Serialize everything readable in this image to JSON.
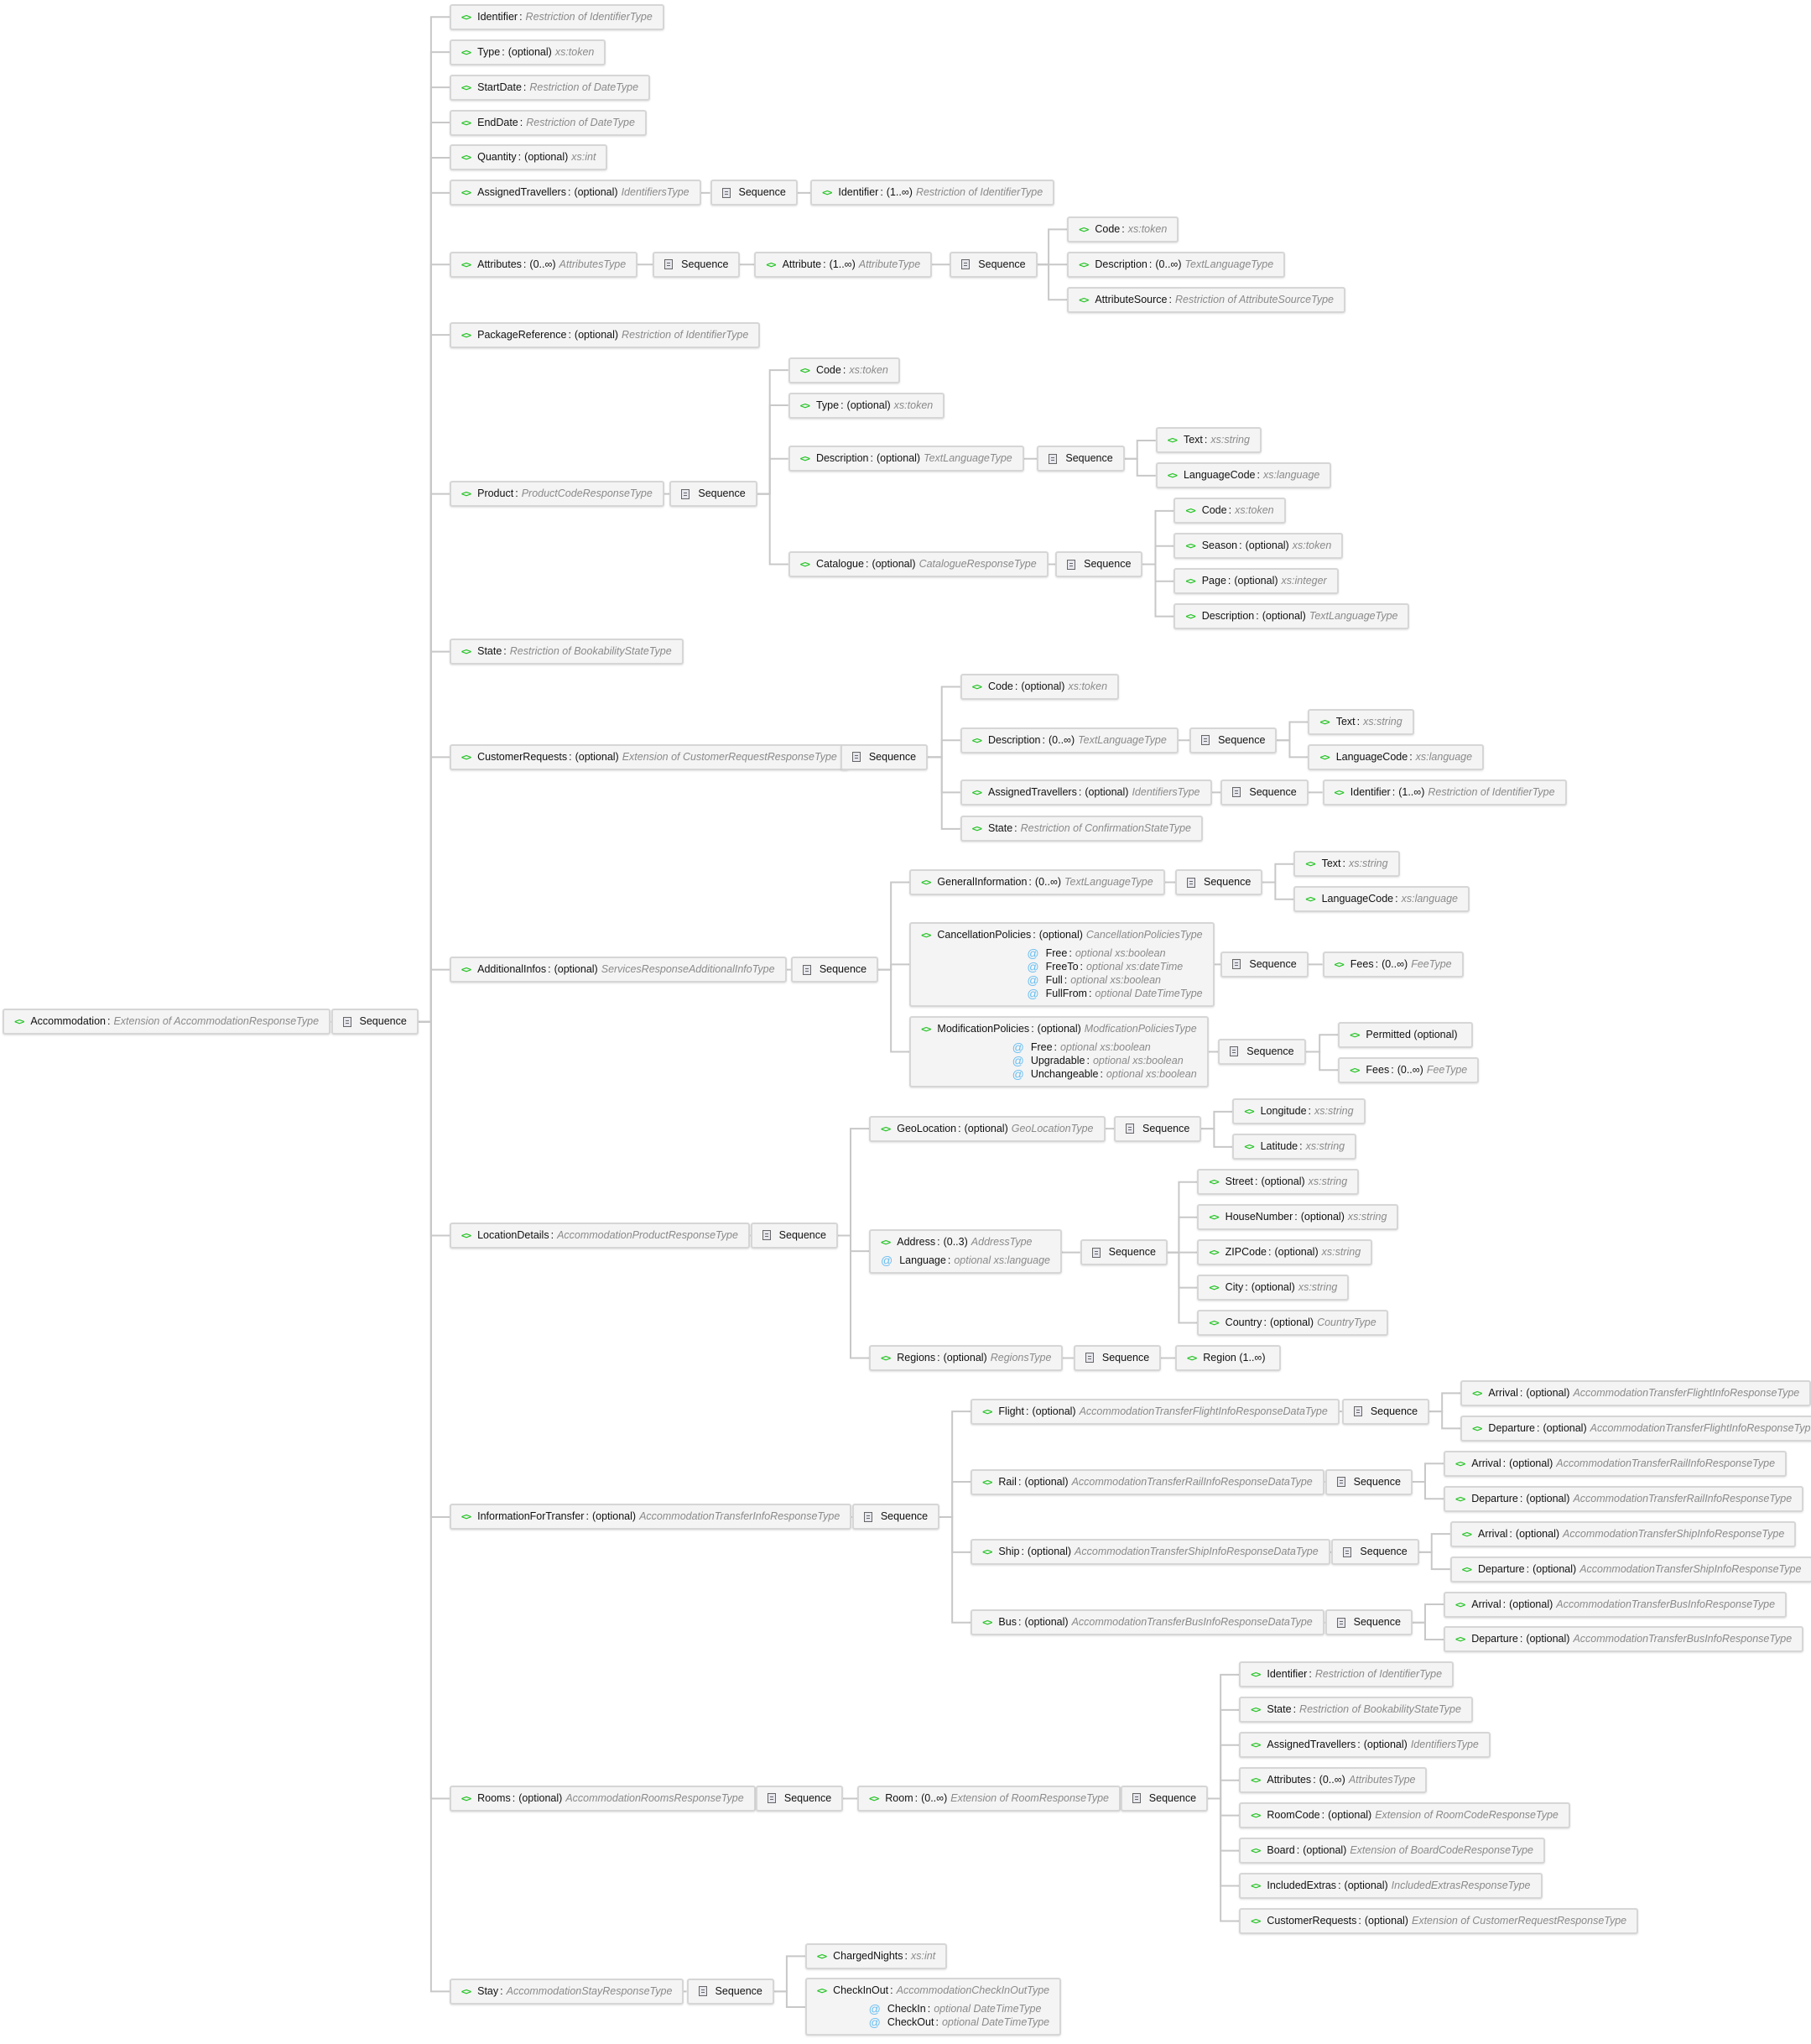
{
  "diagram": {
    "colors": {
      "element_icon": "#22c322",
      "attribute_icon": "#66bdf2",
      "type_text": "#8a8a8a",
      "connector": "#c8c8c8"
    },
    "icons": {
      "element": "element-icon",
      "sequence": "sequence-icon",
      "attribute": "attribute-icon"
    },
    "nodes": [
      {
        "id": "root",
        "name": "Accommodation",
        "type": "Extension of AccommodationResponseType"
      },
      {
        "id": "s0",
        "parent": "root",
        "kind": "seq",
        "label": "Sequence"
      },
      {
        "id": "c1",
        "parent": "s0",
        "name": "Identifier",
        "type": "Restriction of IdentifierType"
      },
      {
        "id": "c2",
        "parent": "s0",
        "name": "Type",
        "occ": "(optional)",
        "type": "xs:token"
      },
      {
        "id": "c3",
        "parent": "s0",
        "name": "StartDate",
        "type": "Restriction of DateType"
      },
      {
        "id": "c4",
        "parent": "s0",
        "name": "EndDate",
        "type": "Restriction of DateType"
      },
      {
        "id": "c5",
        "parent": "s0",
        "name": "Quantity",
        "occ": "(optional)",
        "type": "xs:int"
      },
      {
        "id": "c6",
        "parent": "s0",
        "name": "AssignedTravellers",
        "occ": "(optional)",
        "type": "IdentifiersType"
      },
      {
        "id": "c6s",
        "parent": "c6",
        "kind": "seq",
        "label": "Sequence"
      },
      {
        "id": "c6a",
        "parent": "c6s",
        "name": "Identifier",
        "occ": "(1..∞)",
        "type": "Restriction of IdentifierType"
      },
      {
        "id": "c7",
        "parent": "s0",
        "name": "Attributes",
        "occ": "(0..∞)",
        "type": "AttributesType"
      },
      {
        "id": "c7s",
        "parent": "c7",
        "kind": "seq",
        "label": "Sequence"
      },
      {
        "id": "c7a",
        "parent": "c7s",
        "name": "Attribute",
        "occ": "(1..∞)",
        "type": "AttributeType"
      },
      {
        "id": "c7as",
        "parent": "c7a",
        "kind": "seq",
        "label": "Sequence"
      },
      {
        "id": "c7a1",
        "parent": "c7as",
        "name": "Code",
        "type": "xs:token"
      },
      {
        "id": "c7a2",
        "parent": "c7as",
        "name": "Description",
        "occ": "(0..∞)",
        "type": "TextLanguageType"
      },
      {
        "id": "c7a3",
        "parent": "c7as",
        "name": "AttributeSource",
        "type": "Restriction of AttributeSourceType"
      },
      {
        "id": "c8",
        "parent": "s0",
        "name": "PackageReference",
        "occ": "(optional)",
        "type": "Restriction of IdentifierType"
      },
      {
        "id": "c9",
        "parent": "s0",
        "name": "Product",
        "type": "ProductCodeResponseType"
      },
      {
        "id": "c9s",
        "parent": "c9",
        "kind": "seq",
        "label": "Sequence"
      },
      {
        "id": "c91",
        "parent": "c9s",
        "name": "Code",
        "type": "xs:token"
      },
      {
        "id": "c92",
        "parent": "c9s",
        "name": "Type",
        "occ": "(optional)",
        "type": "xs:token"
      },
      {
        "id": "c93",
        "parent": "c9s",
        "name": "Description",
        "occ": "(optional)",
        "type": "TextLanguageType"
      },
      {
        "id": "c93s",
        "parent": "c93",
        "kind": "seq",
        "label": "Sequence"
      },
      {
        "id": "c931",
        "parent": "c93s",
        "name": "Text",
        "type": "xs:string"
      },
      {
        "id": "c932",
        "parent": "c93s",
        "name": "LanguageCode",
        "type": "xs:language"
      },
      {
        "id": "c94",
        "parent": "c9s",
        "name": "Catalogue",
        "occ": "(optional)",
        "type": "CatalogueResponseType"
      },
      {
        "id": "c94s",
        "parent": "c94",
        "kind": "seq",
        "label": "Sequence"
      },
      {
        "id": "c941",
        "parent": "c94s",
        "name": "Code",
        "type": "xs:token"
      },
      {
        "id": "c942",
        "parent": "c94s",
        "name": "Season",
        "occ": "(optional)",
        "type": "xs:token"
      },
      {
        "id": "c943",
        "parent": "c94s",
        "name": "Page",
        "occ": "(optional)",
        "type": "xs:integer"
      },
      {
        "id": "c944",
        "parent": "c94s",
        "name": "Description",
        "occ": "(optional)",
        "type": "TextLanguageType"
      },
      {
        "id": "c10",
        "parent": "s0",
        "name": "State",
        "type": "Restriction of BookabilityStateType"
      },
      {
        "id": "c11",
        "parent": "s0",
        "name": "CustomerRequests",
        "occ": "(optional)",
        "type": "Extension of CustomerRequestResponseType"
      },
      {
        "id": "c11s",
        "parent": "c11",
        "kind": "seq",
        "label": "Sequence"
      },
      {
        "id": "c111",
        "parent": "c11s",
        "name": "Code",
        "occ": "(optional)",
        "type": "xs:token"
      },
      {
        "id": "c112",
        "parent": "c11s",
        "name": "Description",
        "occ": "(0..∞)",
        "type": "TextLanguageType"
      },
      {
        "id": "c112s",
        "parent": "c112",
        "kind": "seq",
        "label": "Sequence"
      },
      {
        "id": "c1121",
        "parent": "c112s",
        "name": "Text",
        "type": "xs:string"
      },
      {
        "id": "c1122",
        "parent": "c112s",
        "name": "LanguageCode",
        "type": "xs:language"
      },
      {
        "id": "c113",
        "parent": "c11s",
        "name": "AssignedTravellers",
        "occ": "(optional)",
        "type": "IdentifiersType"
      },
      {
        "id": "c113s",
        "parent": "c113",
        "kind": "seq",
        "label": "Sequence"
      },
      {
        "id": "c1131",
        "parent": "c113s",
        "name": "Identifier",
        "occ": "(1..∞)",
        "type": "Restriction of IdentifierType"
      },
      {
        "id": "c114",
        "parent": "c11s",
        "name": "State",
        "type": "Restriction of ConfirmationStateType"
      },
      {
        "id": "c12",
        "parent": "s0",
        "name": "AdditionalInfos",
        "occ": "(optional)",
        "type": "ServicesResponseAdditionalInfoType"
      },
      {
        "id": "c12s",
        "parent": "c12",
        "kind": "seq",
        "label": "Sequence"
      },
      {
        "id": "c121",
        "parent": "c12s",
        "name": "GeneralInformation",
        "occ": "(0..∞)",
        "type": "TextLanguageType"
      },
      {
        "id": "c121s",
        "parent": "c121",
        "kind": "seq",
        "label": "Sequence"
      },
      {
        "id": "c1211",
        "parent": "c121s",
        "name": "Text",
        "type": "xs:string"
      },
      {
        "id": "c1212",
        "parent": "c121s",
        "name": "LanguageCode",
        "type": "xs:language"
      },
      {
        "id": "c122",
        "parent": "c12s",
        "name": "CancellationPolicies",
        "occ": "(optional)",
        "type": "CancellationPoliciesType",
        "attrs": [
          {
            "name": "Free",
            "type": "optional xs:boolean"
          },
          {
            "name": "FreeTo",
            "type": "optional xs:dateTime"
          },
          {
            "name": "Full",
            "type": "optional xs:boolean"
          },
          {
            "name": "FullFrom",
            "type": "optional DateTimeType"
          }
        ]
      },
      {
        "id": "c122s",
        "parent": "c122",
        "kind": "seq",
        "label": "Sequence"
      },
      {
        "id": "c1221",
        "parent": "c122s",
        "name": "Fees",
        "occ": "(0..∞)",
        "type": "FeeType"
      },
      {
        "id": "c123",
        "parent": "c12s",
        "name": "ModificationPolicies",
        "occ": "(optional)",
        "type": "ModficationPoliciesType",
        "attrs": [
          {
            "name": "Free",
            "type": "optional xs:boolean"
          },
          {
            "name": "Upgradable",
            "type": "optional xs:boolean"
          },
          {
            "name": "Unchangeable",
            "type": "optional xs:boolean"
          }
        ]
      },
      {
        "id": "c123s",
        "parent": "c123",
        "kind": "seq",
        "label": "Sequence"
      },
      {
        "id": "c1231",
        "parent": "c123s",
        "name": "Permitted",
        "occ": "(optional)",
        "nocolon": true
      },
      {
        "id": "c1232",
        "parent": "c123s",
        "name": "Fees",
        "occ": "(0..∞)",
        "type": "FeeType"
      },
      {
        "id": "c13",
        "parent": "s0",
        "name": "LocationDetails",
        "type": "AccommodationProductResponseType"
      },
      {
        "id": "c13s",
        "parent": "c13",
        "kind": "seq",
        "label": "Sequence"
      },
      {
        "id": "c131",
        "parent": "c13s",
        "name": "GeoLocation",
        "occ": "(optional)",
        "type": "GeoLocationType"
      },
      {
        "id": "c131s",
        "parent": "c131",
        "kind": "seq",
        "label": "Sequence"
      },
      {
        "id": "c1311",
        "parent": "c131s",
        "name": "Longitude",
        "type": "xs:string"
      },
      {
        "id": "c1312",
        "parent": "c131s",
        "name": "Latitude",
        "type": "xs:string"
      },
      {
        "id": "c132",
        "parent": "c13s",
        "name": "Address",
        "occ": "(0..3)",
        "type": "AddressType",
        "attrs": [
          {
            "name": "Language",
            "type": "optional xs:language"
          }
        ]
      },
      {
        "id": "c132s",
        "parent": "c132",
        "kind": "seq",
        "label": "Sequence"
      },
      {
        "id": "c1321",
        "parent": "c132s",
        "name": "Street",
        "occ": "(optional)",
        "type": "xs:string"
      },
      {
        "id": "c1322",
        "parent": "c132s",
        "name": "HouseNumber",
        "occ": "(optional)",
        "type": "xs:string"
      },
      {
        "id": "c1323",
        "parent": "c132s",
        "name": "ZIPCode",
        "occ": "(optional)",
        "type": "xs:string"
      },
      {
        "id": "c1324",
        "parent": "c132s",
        "name": "City",
        "occ": "(optional)",
        "type": "xs:string"
      },
      {
        "id": "c1325",
        "parent": "c132s",
        "name": "Country",
        "occ": "(optional)",
        "type": "CountryType"
      },
      {
        "id": "c133",
        "parent": "c13s",
        "name": "Regions",
        "occ": "(optional)",
        "type": "RegionsType"
      },
      {
        "id": "c133s",
        "parent": "c133",
        "kind": "seq",
        "label": "Sequence"
      },
      {
        "id": "c1331",
        "parent": "c133s",
        "name": "Region",
        "occ": "(1..∞)",
        "nocolon": true
      },
      {
        "id": "c14",
        "parent": "s0",
        "name": "InformationForTransfer",
        "occ": "(optional)",
        "type": "AccommodationTransferInfoResponseType"
      },
      {
        "id": "c14s",
        "parent": "c14",
        "kind": "seq",
        "label": "Sequence"
      },
      {
        "id": "c141",
        "parent": "c14s",
        "name": "Flight",
        "occ": "(optional)",
        "type": "AccommodationTransferFlightInfoResponseDataType"
      },
      {
        "id": "c141s",
        "parent": "c141",
        "kind": "seq",
        "label": "Sequence"
      },
      {
        "id": "c1411",
        "parent": "c141s",
        "name": "Arrival",
        "occ": "(optional)",
        "type": "AccommodationTransferFlightInfoResponseType"
      },
      {
        "id": "c1412",
        "parent": "c141s",
        "name": "Departure",
        "occ": "(optional)",
        "type": "AccommodationTransferFlightInfoResponseType"
      },
      {
        "id": "c142",
        "parent": "c14s",
        "name": "Rail",
        "occ": "(optional)",
        "type": "AccommodationTransferRailInfoResponseDataType"
      },
      {
        "id": "c142s",
        "parent": "c142",
        "kind": "seq",
        "label": "Sequence"
      },
      {
        "id": "c1421",
        "parent": "c142s",
        "name": "Arrival",
        "occ": "(optional)",
        "type": "AccommodationTransferRailInfoResponseType"
      },
      {
        "id": "c1422",
        "parent": "c142s",
        "name": "Departure",
        "occ": "(optional)",
        "type": "AccommodationTransferRailInfoResponseType"
      },
      {
        "id": "c143",
        "parent": "c14s",
        "name": "Ship",
        "occ": "(optional)",
        "type": "AccommodationTransferShipInfoResponseDataType"
      },
      {
        "id": "c143s",
        "parent": "c143",
        "kind": "seq",
        "label": "Sequence"
      },
      {
        "id": "c1431",
        "parent": "c143s",
        "name": "Arrival",
        "occ": "(optional)",
        "type": "AccommodationTransferShipInfoResponseType"
      },
      {
        "id": "c1432",
        "parent": "c143s",
        "name": "Departure",
        "occ": "(optional)",
        "type": "AccommodationTransferShipInfoResponseType"
      },
      {
        "id": "c144",
        "parent": "c14s",
        "name": "Bus",
        "occ": "(optional)",
        "type": "AccommodationTransferBusInfoResponseDataType"
      },
      {
        "id": "c144s",
        "parent": "c144",
        "kind": "seq",
        "label": "Sequence"
      },
      {
        "id": "c1441",
        "parent": "c144s",
        "name": "Arrival",
        "occ": "(optional)",
        "type": "AccommodationTransferBusInfoResponseType"
      },
      {
        "id": "c1442",
        "parent": "c144s",
        "name": "Departure",
        "occ": "(optional)",
        "type": "AccommodationTransferBusInfoResponseType"
      },
      {
        "id": "c15",
        "parent": "s0",
        "name": "Rooms",
        "occ": "(optional)",
        "type": "AccommodationRoomsResponseType"
      },
      {
        "id": "c15s",
        "parent": "c15",
        "kind": "seq",
        "label": "Sequence"
      },
      {
        "id": "c151",
        "parent": "c15s",
        "name": "Room",
        "occ": "(0..∞)",
        "type": "Extension of RoomResponseType"
      },
      {
        "id": "c151s",
        "parent": "c151",
        "kind": "seq",
        "label": "Sequence"
      },
      {
        "id": "r1",
        "parent": "c151s",
        "name": "Identifier",
        "type": "Restriction of IdentifierType"
      },
      {
        "id": "r2",
        "parent": "c151s",
        "name": "State",
        "type": "Restriction of BookabilityStateType"
      },
      {
        "id": "r3",
        "parent": "c151s",
        "name": "AssignedTravellers",
        "occ": "(optional)",
        "type": "IdentifiersType"
      },
      {
        "id": "r4",
        "parent": "c151s",
        "name": "Attributes",
        "occ": "(0..∞)",
        "type": "AttributesType"
      },
      {
        "id": "r5",
        "parent": "c151s",
        "name": "RoomCode",
        "occ": "(optional)",
        "type": "Extension of RoomCodeResponseType"
      },
      {
        "id": "r6",
        "parent": "c151s",
        "name": "Board",
        "occ": "(optional)",
        "type": "Extension of BoardCodeResponseType"
      },
      {
        "id": "r7",
        "parent": "c151s",
        "name": "IncludedExtras",
        "occ": "(optional)",
        "type": "IncludedExtrasResponseType"
      },
      {
        "id": "r8",
        "parent": "c151s",
        "name": "CustomerRequests",
        "occ": "(optional)",
        "type": "Extension of CustomerRequestResponseType"
      },
      {
        "id": "c16",
        "parent": "s0",
        "name": "Stay",
        "type": "AccommodationStayResponseType"
      },
      {
        "id": "c16s",
        "parent": "c16",
        "kind": "seq",
        "label": "Sequence"
      },
      {
        "id": "c161",
        "parent": "c16s",
        "name": "ChargedNights",
        "type": "xs:int"
      },
      {
        "id": "c162",
        "parent": "c16s",
        "name": "CheckInOut",
        "type": "AccommodationCheckInOutType",
        "attrs": [
          {
            "name": "CheckIn",
            "type": "optional DateTimeType"
          },
          {
            "name": "CheckOut",
            "type": "optional DateTimeType"
          }
        ]
      }
    ]
  }
}
